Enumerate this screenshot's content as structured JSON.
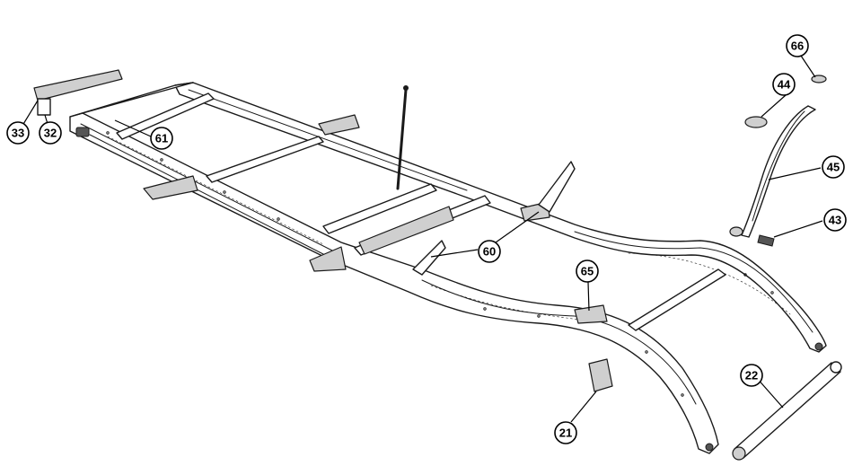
{
  "diagram": {
    "callouts": [
      {
        "id": "33",
        "label": "33"
      },
      {
        "id": "32",
        "label": "32"
      },
      {
        "id": "61",
        "label": "61"
      },
      {
        "id": "60",
        "label": "60"
      },
      {
        "id": "65",
        "label": "65"
      },
      {
        "id": "21",
        "label": "21"
      },
      {
        "id": "22",
        "label": "22"
      },
      {
        "id": "43",
        "label": "43"
      },
      {
        "id": "45",
        "label": "45"
      },
      {
        "id": "44",
        "label": "44"
      },
      {
        "id": "66",
        "label": "66"
      }
    ]
  }
}
